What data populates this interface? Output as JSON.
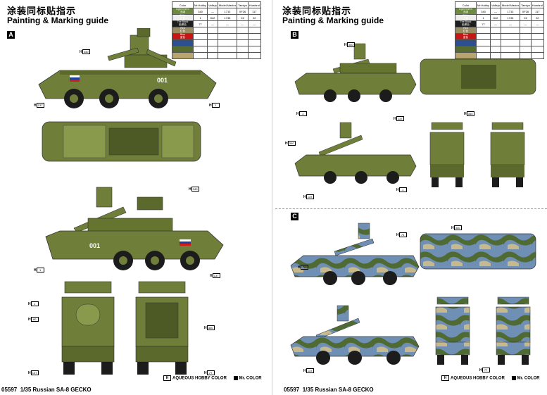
{
  "pages": [
    {
      "title_cn": "涂装同标贴指示",
      "title_en": "Painting & Marking guide",
      "section": "A"
    },
    {
      "title_cn": "涂装同标贴指示",
      "title_en": "Painting & Marking guide",
      "sections": [
        "B",
        "C"
      ]
    }
  ],
  "footer": {
    "code": "05597",
    "scale": "1/35",
    "name": "Russian SA-8 GECKO"
  },
  "legend": {
    "h_label": "H",
    "h_text": "AQUEOUS HOBBY COLOR",
    "mr_text": "Mr. COLOR"
  },
  "color_table": {
    "headers": [
      "Color",
      "Mr.Hobby",
      "Vallejo",
      "Model Master",
      "Tamiya",
      "Humbrol"
    ],
    "rows": [
      {
        "name": "Light Green",
        "cn": "浅绿",
        "code": "340",
        "vallejo": "—",
        "mm": "1713",
        "tamiya": "XF26",
        "humbrol": "117",
        "swatch": "#6d8b3f"
      },
      {
        "name": "White",
        "cn": "白色",
        "code": "1",
        "vallejo": "842",
        "mm": "1745",
        "tamiya": "X2",
        "humbrol": "22",
        "swatch": "#eeeeee"
      },
      {
        "name": "Tire Black",
        "cn": "胎黑色",
        "code": "77",
        "vallejo": "—",
        "mm": "—",
        "tamiya": "—",
        "humbrol": "—",
        "swatch": "#1e1e1e"
      },
      {
        "name": "Red",
        "cn": "红色",
        "code": "",
        "vallejo": "",
        "mm": "",
        "tamiya": "",
        "humbrol": "",
        "swatch": "#9a8d60"
      },
      {
        "name": "Blue",
        "cn": "蓝色",
        "code": "",
        "vallejo": "",
        "mm": "",
        "tamiya": "",
        "humbrol": "",
        "swatch": "#c61717"
      },
      {
        "name": "",
        "cn": "",
        "code": "",
        "vallejo": "",
        "mm": "",
        "tamiya": "",
        "humbrol": "",
        "swatch": "#2c4f8f"
      },
      {
        "name": "",
        "cn": "",
        "code": "",
        "vallejo": "",
        "mm": "",
        "tamiya": "",
        "humbrol": "",
        "swatch": "#556b2f"
      },
      {
        "name": "",
        "cn": "",
        "code": "",
        "vallejo": "",
        "mm": "",
        "tamiya": "",
        "humbrol": "",
        "swatch": "#b8a46e"
      }
    ]
  },
  "colors": {
    "olive": "#6f7f3a",
    "olive_dark": "#4d5a26",
    "olive_light": "#8a9a4c",
    "tire": "#1c1c1c",
    "camo_blue": "#6f8fb5",
    "camo_tan": "#c6b98d",
    "camo_green": "#4f6a33",
    "russia_white": "#ffffff",
    "russia_blue": "#1c3f9c",
    "russia_red": "#d01c1c"
  },
  "markings": {
    "hull_number_a": "001",
    "hull_number_b": "001"
  },
  "callouts": {
    "H340": "340",
    "H1": "1",
    "H77": "77",
    "H137": "137",
    "H70": "70",
    "H74": "74",
    "H80": "80"
  }
}
